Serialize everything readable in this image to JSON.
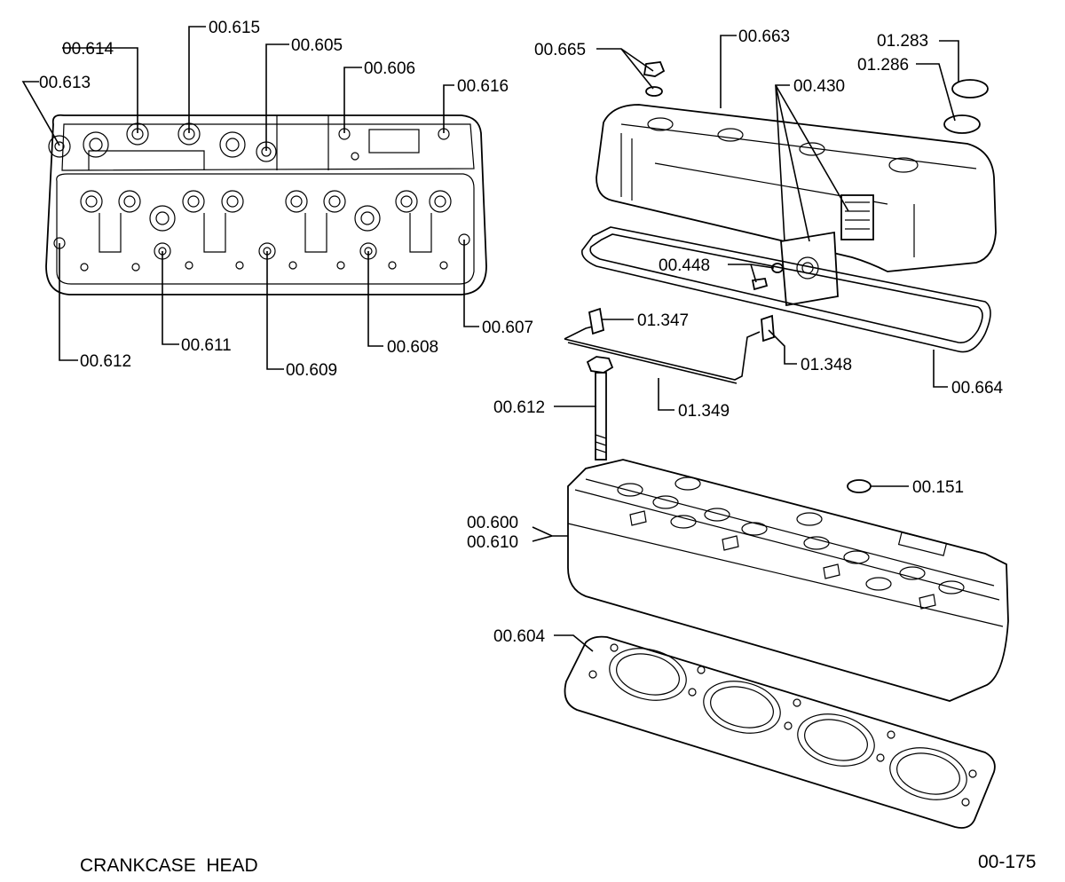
{
  "title": "CRANKCASE  HEAD",
  "page_code": "00-175",
  "callouts": {
    "c00614": "00.614",
    "c00615": "00.615",
    "c00605": "00.605",
    "c00606": "00.606",
    "c00616": "00.616",
    "c00613": "00.613",
    "c00612a": "00.612",
    "c00611": "00.611",
    "c00609": "00.609",
    "c00608": "00.608",
    "c00607": "00.607",
    "c00665": "00.665",
    "c00663": "00.663",
    "c01283": "01.283",
    "c01286": "01.286",
    "c00430": "00.430",
    "c00448": "00.448",
    "c01347": "01.347",
    "c01348": "01.348",
    "c00664": "00.664",
    "c00612b": "00.612",
    "c01349": "01.349",
    "c00151": "00.151",
    "c00600": "00.600",
    "c00610": "00.610",
    "c00604": "00.604"
  }
}
